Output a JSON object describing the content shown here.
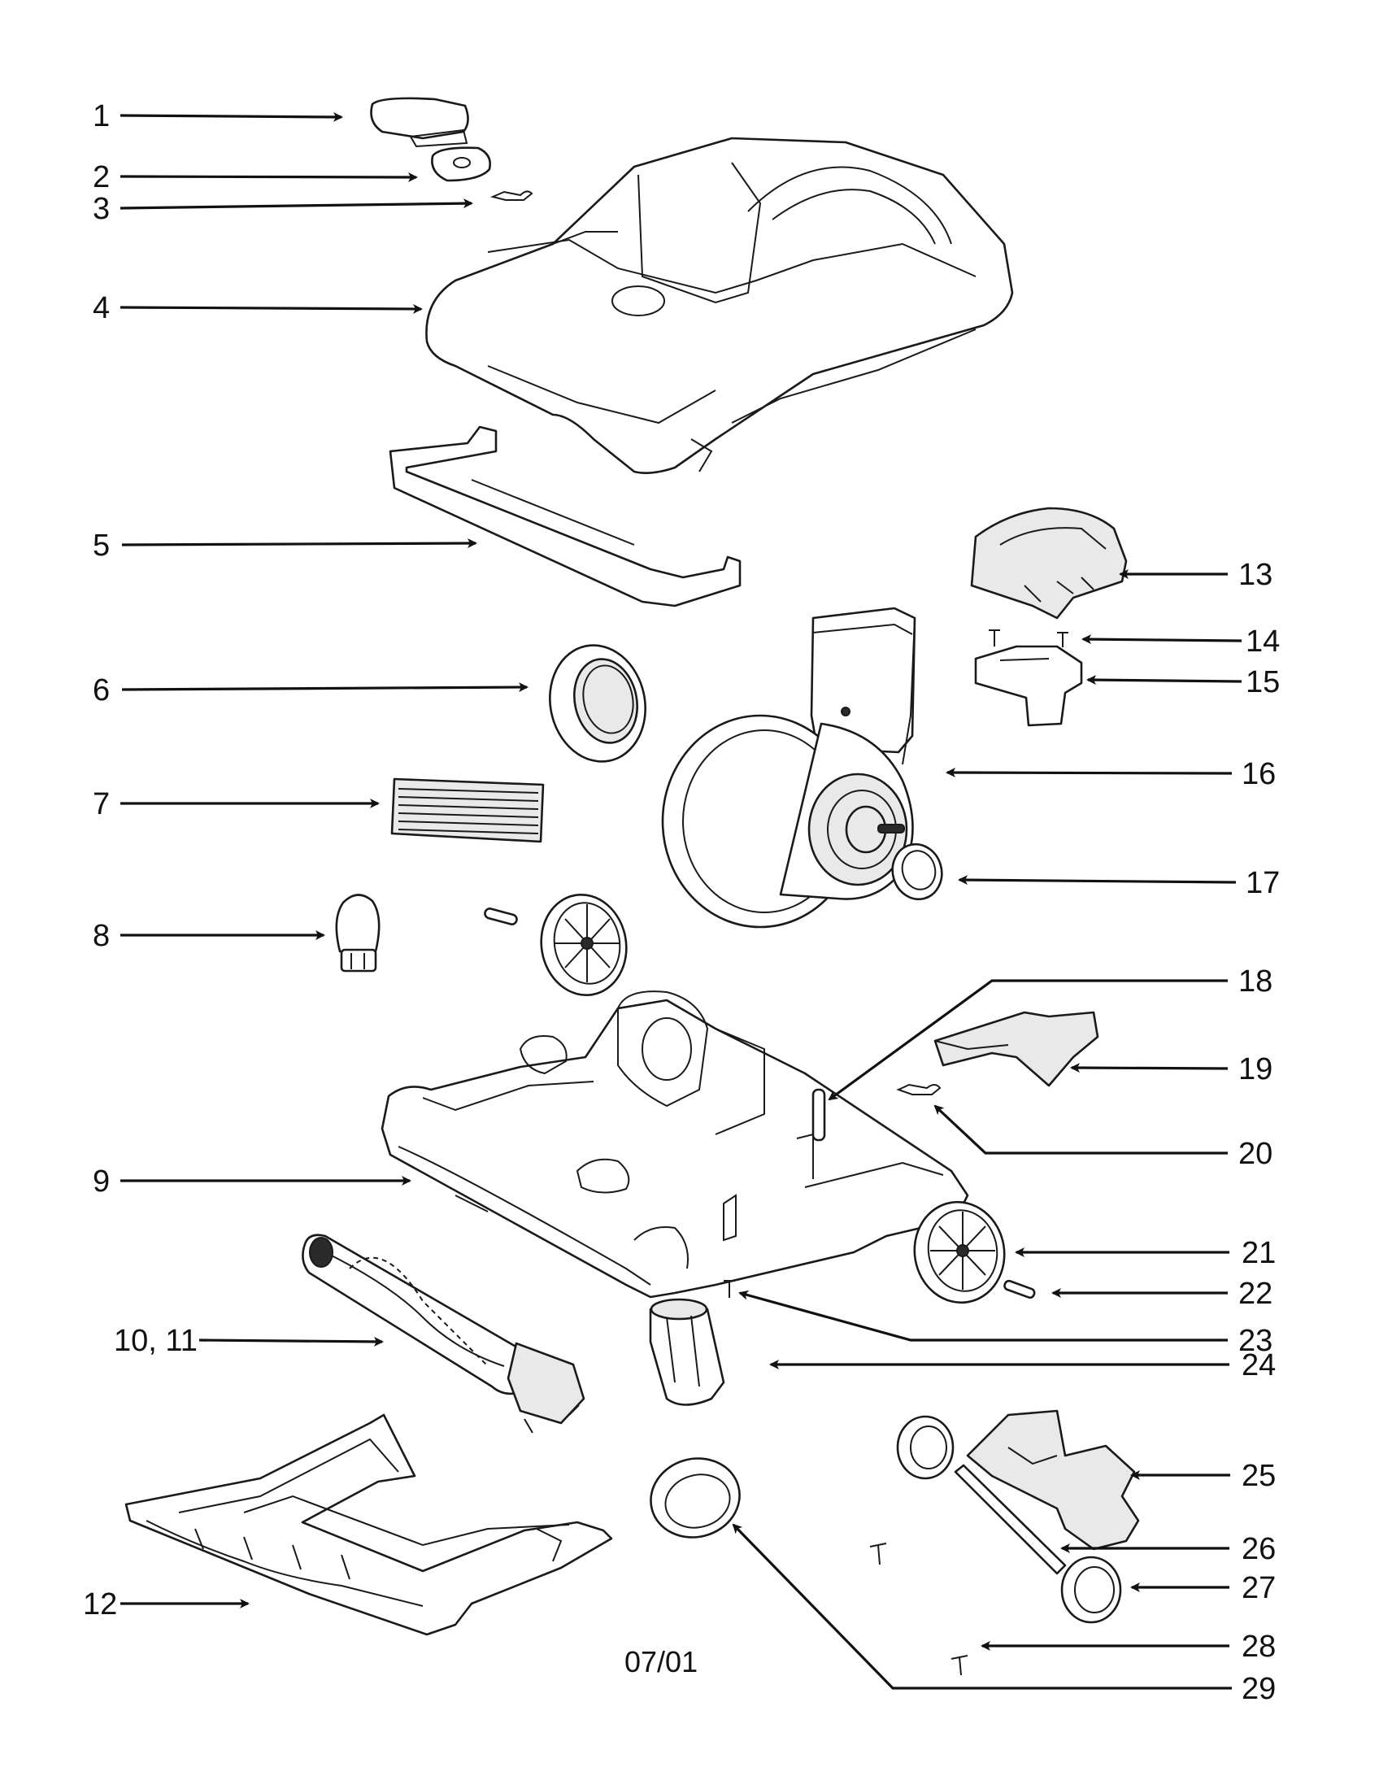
{
  "callouts": [
    {
      "id": "1",
      "label": "1"
    },
    {
      "id": "2",
      "label": "2"
    },
    {
      "id": "3",
      "label": "3"
    },
    {
      "id": "4",
      "label": "4"
    },
    {
      "id": "5",
      "label": "5"
    },
    {
      "id": "6",
      "label": "6"
    },
    {
      "id": "7",
      "label": "7"
    },
    {
      "id": "8",
      "label": "8"
    },
    {
      "id": "9",
      "label": "9"
    },
    {
      "id": "10-11",
      "label": "10, 11"
    },
    {
      "id": "12",
      "label": "12"
    },
    {
      "id": "13",
      "label": "13"
    },
    {
      "id": "14",
      "label": "14"
    },
    {
      "id": "15",
      "label": "15"
    },
    {
      "id": "16",
      "label": "16"
    },
    {
      "id": "17",
      "label": "17"
    },
    {
      "id": "18",
      "label": "18"
    },
    {
      "id": "19",
      "label": "19"
    },
    {
      "id": "20",
      "label": "20"
    },
    {
      "id": "21",
      "label": "21"
    },
    {
      "id": "22",
      "label": "22"
    },
    {
      "id": "23",
      "label": "23"
    },
    {
      "id": "24",
      "label": "24"
    },
    {
      "id": "25",
      "label": "25"
    },
    {
      "id": "26",
      "label": "26"
    },
    {
      "id": "27",
      "label": "27"
    },
    {
      "id": "28",
      "label": "28"
    },
    {
      "id": "29",
      "label": "29"
    }
  ],
  "footer": {
    "date_code": "07/01"
  }
}
